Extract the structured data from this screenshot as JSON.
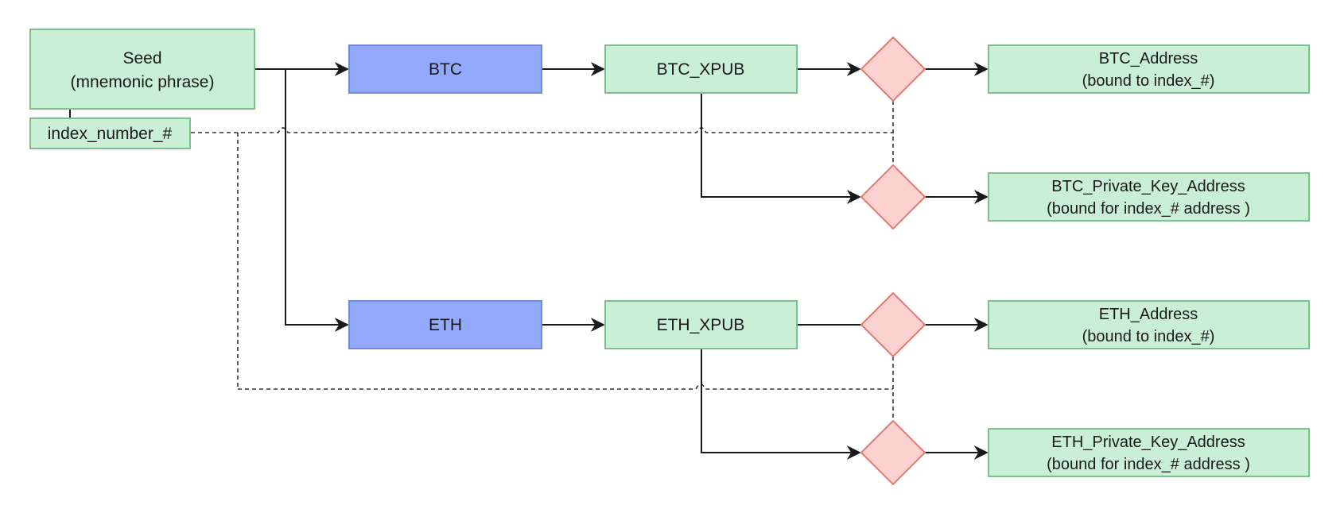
{
  "nodes": {
    "seed": {
      "line1": "Seed",
      "line2": "(mnemonic phrase)"
    },
    "index": {
      "label": "index_number_#"
    },
    "btc": {
      "label": "BTC"
    },
    "eth": {
      "label": "ETH"
    },
    "btc_xpub": {
      "label": "BTC_XPUB"
    },
    "eth_xpub": {
      "label": "ETH_XPUB"
    },
    "btc_address": {
      "line1": "BTC_Address",
      "line2": "(bound to index_#)"
    },
    "btc_private": {
      "line1": "BTC_Private_Key_Address",
      "line2": "(bound for index_# address )"
    },
    "eth_address": {
      "line1": "ETH_Address",
      "line2": "(bound to index_#)"
    },
    "eth_private": {
      "line1": "ETH_Private_Key_Address",
      "line2": "(bound for index_# address )"
    }
  },
  "colors": {
    "green_fill": "#c9efd7",
    "green_stroke": "#7fbf8e",
    "blue_fill": "#92a9fc",
    "blue_stroke": "#6f8ae0",
    "diamond_fill": "#fbd2d0",
    "diamond_stroke": "#e07a72"
  }
}
